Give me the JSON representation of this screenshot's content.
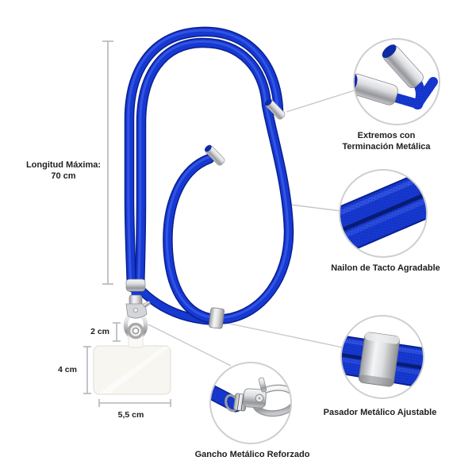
{
  "annotations": {
    "max_length": {
      "line1": "Longitud Máxima:",
      "line2": "70 cm"
    },
    "tips": {
      "line1": "Extremos con",
      "line2": "Terminación Metálica"
    },
    "nylon": {
      "label": "Nailon de Tacto Agradable"
    },
    "slider": {
      "label": "Pasador Metálico Ajustable"
    },
    "hook": {
      "label": "Gancho Metálico Reforzado"
    }
  },
  "dimensions": {
    "hook_gap": "2 cm",
    "card_height": "4 cm",
    "card_width": "5,5 cm"
  },
  "colors": {
    "cord_blue": "#1639D2",
    "cord_dark": "#0A1F8E",
    "cord_highlight": "#3A5BE8",
    "cord_cap_navy": "#0F2BA4",
    "metal_light": "#F5F5F6",
    "metal_dark": "#95979B",
    "callout_border": "#CDCED0",
    "leader_line": "#C6C8CA",
    "dimension_line": "#B4B6BA",
    "text": "#1E1E1E",
    "card_fill": "#F7F6F1"
  }
}
